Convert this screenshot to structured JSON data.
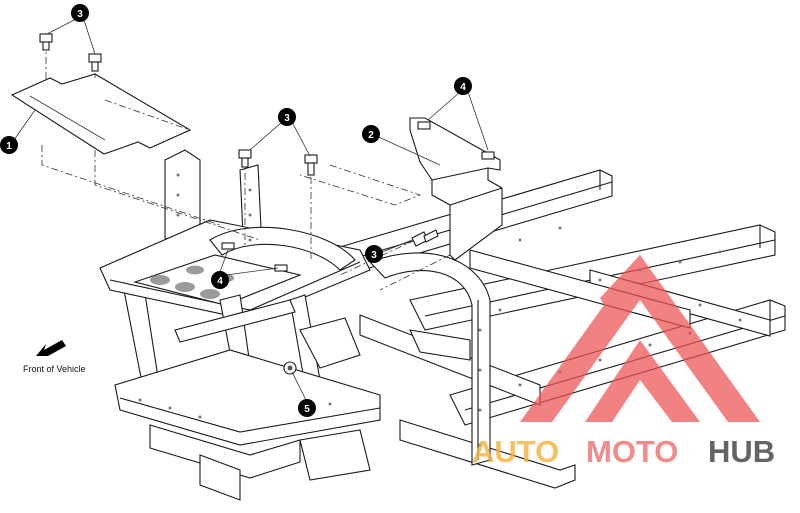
{
  "callouts": [
    {
      "id": "c1",
      "label": "1"
    },
    {
      "id": "c2",
      "label": "2"
    },
    {
      "id": "c3a",
      "label": "3"
    },
    {
      "id": "c3b",
      "label": "3"
    },
    {
      "id": "c3c",
      "label": "3"
    },
    {
      "id": "c4a",
      "label": "4"
    },
    {
      "id": "c4b",
      "label": "4"
    },
    {
      "id": "c5",
      "label": "5"
    }
  ],
  "front_label": "Front of Vehicle",
  "watermark": {
    "part1": "AUTO",
    "part2": "MOTO",
    "part3": "HUB",
    "color1": "#f3b23a",
    "color2": "#ef6f6f",
    "color3": "#4a4a4a",
    "logo_color": "#ee5252"
  }
}
